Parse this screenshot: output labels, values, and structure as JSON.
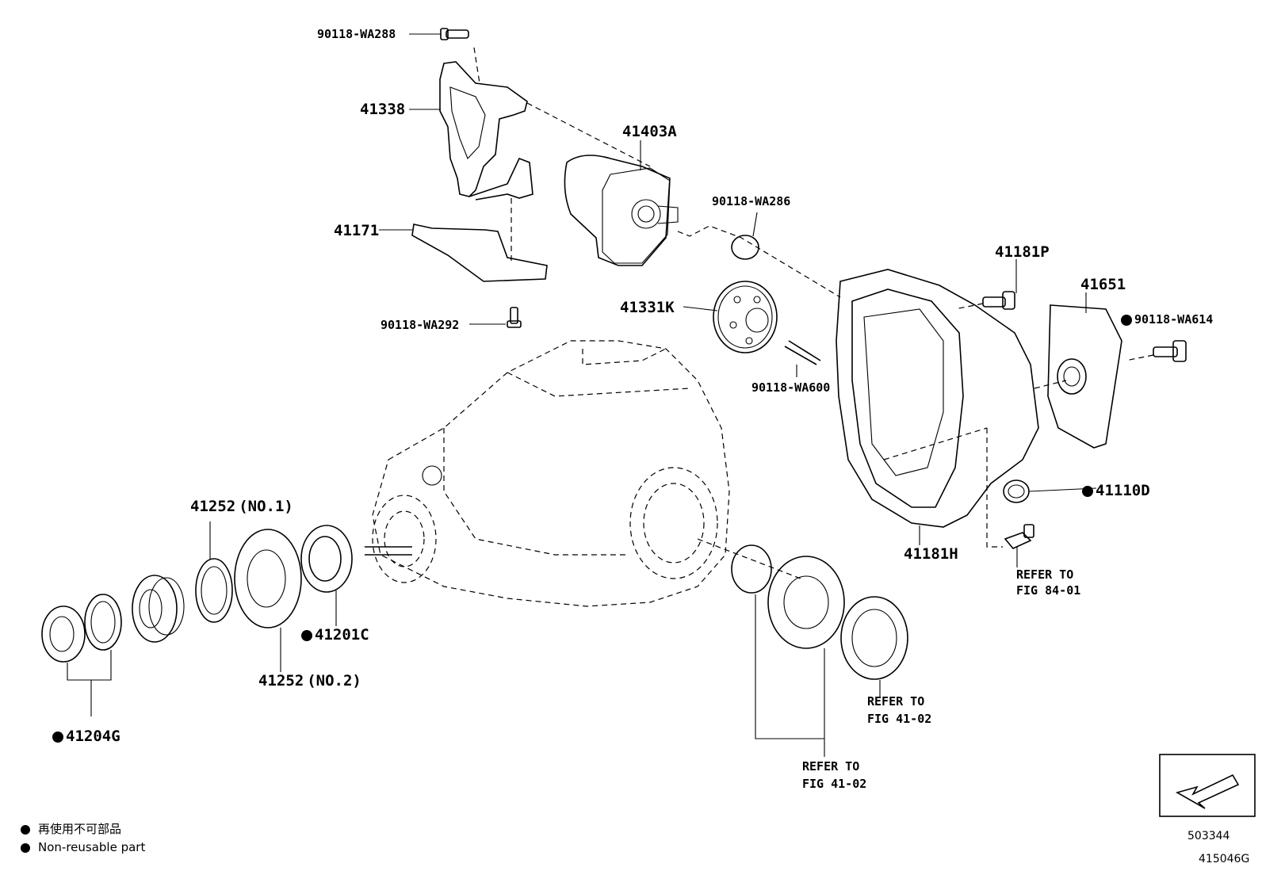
{
  "parts": {
    "p1": "90118-WA288",
    "p2": "41338",
    "p3": "41403A",
    "p4": "90118-WA286",
    "p5": "41171",
    "p6": "90118-WA292",
    "p7": "41331K",
    "p8": "90118-WA600",
    "p9": "41181P",
    "p10": "41651",
    "p11": "90118-WA614",
    "p12": "41110D",
    "p13": "41181H",
    "p14": "41252",
    "p14_note": "(NO.1)",
    "p15": "41201C",
    "p16": "41252",
    "p16_note": "(NO.2)",
    "p17": "41204G"
  },
  "refers": {
    "r1_line1": "REFER TO",
    "r1_line2": "FIG 84-01",
    "r2_line1": "REFER TO",
    "r2_line2": "FIG 41-02",
    "r3_line1": "REFER TO",
    "r3_line2": "FIG 41-02"
  },
  "legend": {
    "japanese": "再使用不可部品",
    "english": "Non-reusable part"
  },
  "codes": {
    "box_code": "503344",
    "figure_code": "415046G"
  }
}
